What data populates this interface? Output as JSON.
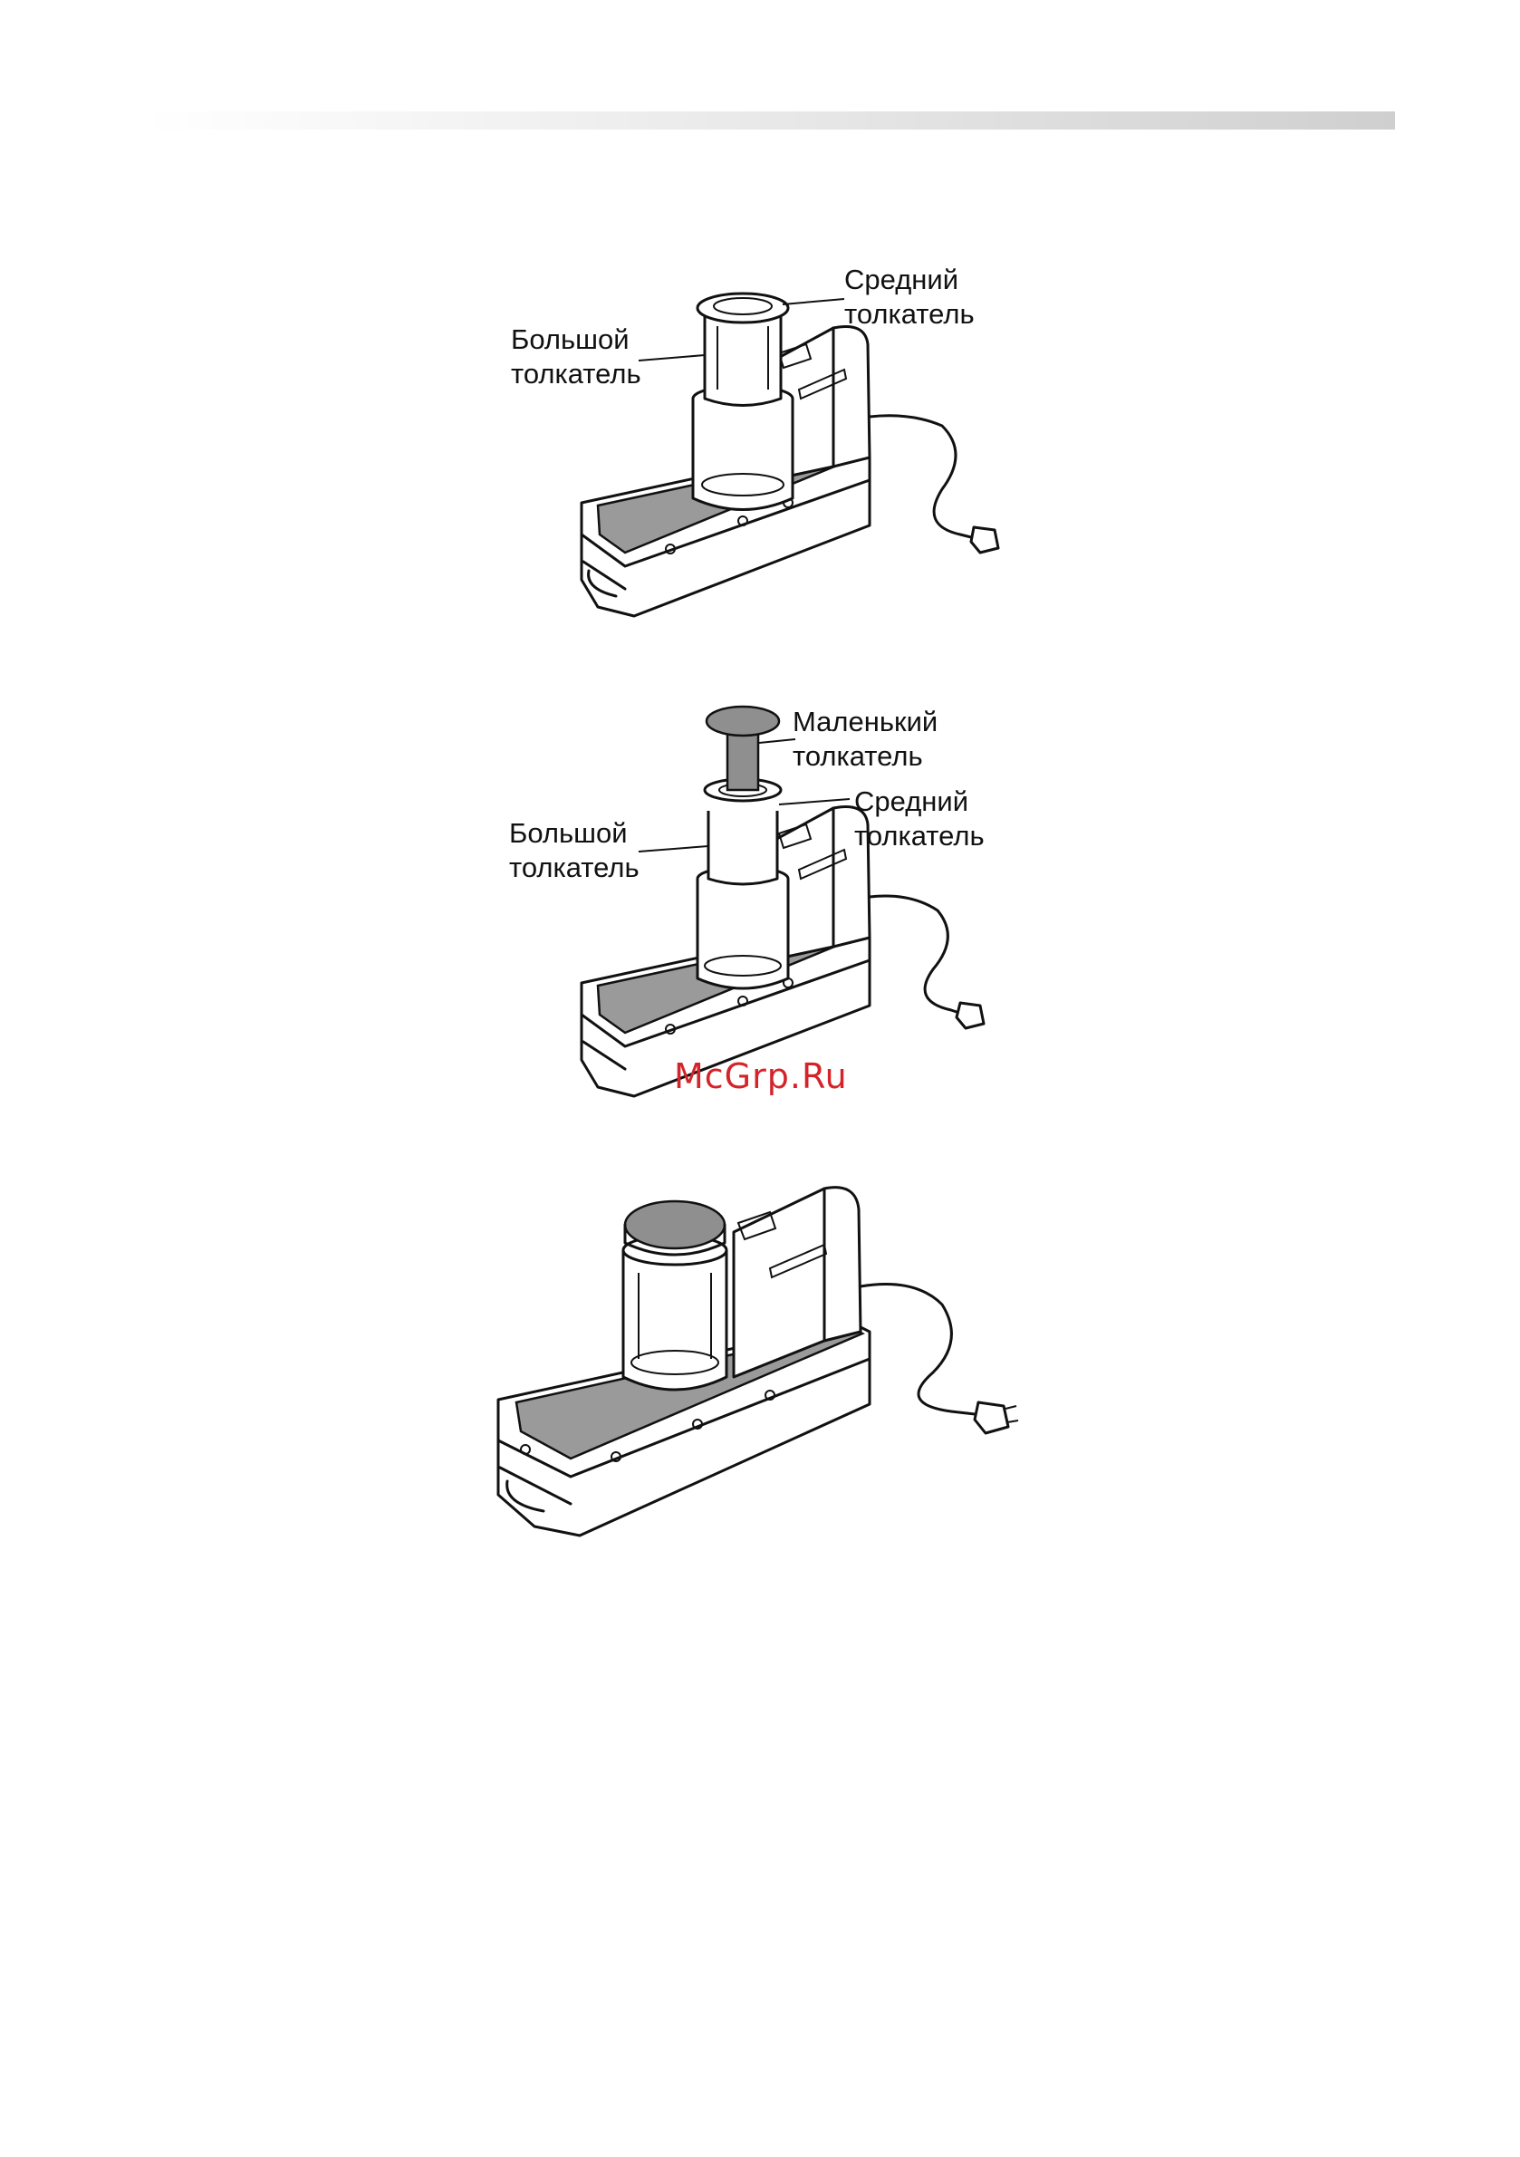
{
  "figures": [
    {
      "labels": {
        "medium_pusher": "Средний\nтолкатель",
        "large_pusher": "Большой\nтолкатель"
      }
    },
    {
      "labels": {
        "small_pusher": "Маленький\nтолкатель",
        "medium_pusher": "Средний\nтолкатель",
        "large_pusher": "Большой\nтолкатель"
      }
    },
    {
      "labels": {}
    }
  ],
  "watermark": "McGrp.Ru"
}
